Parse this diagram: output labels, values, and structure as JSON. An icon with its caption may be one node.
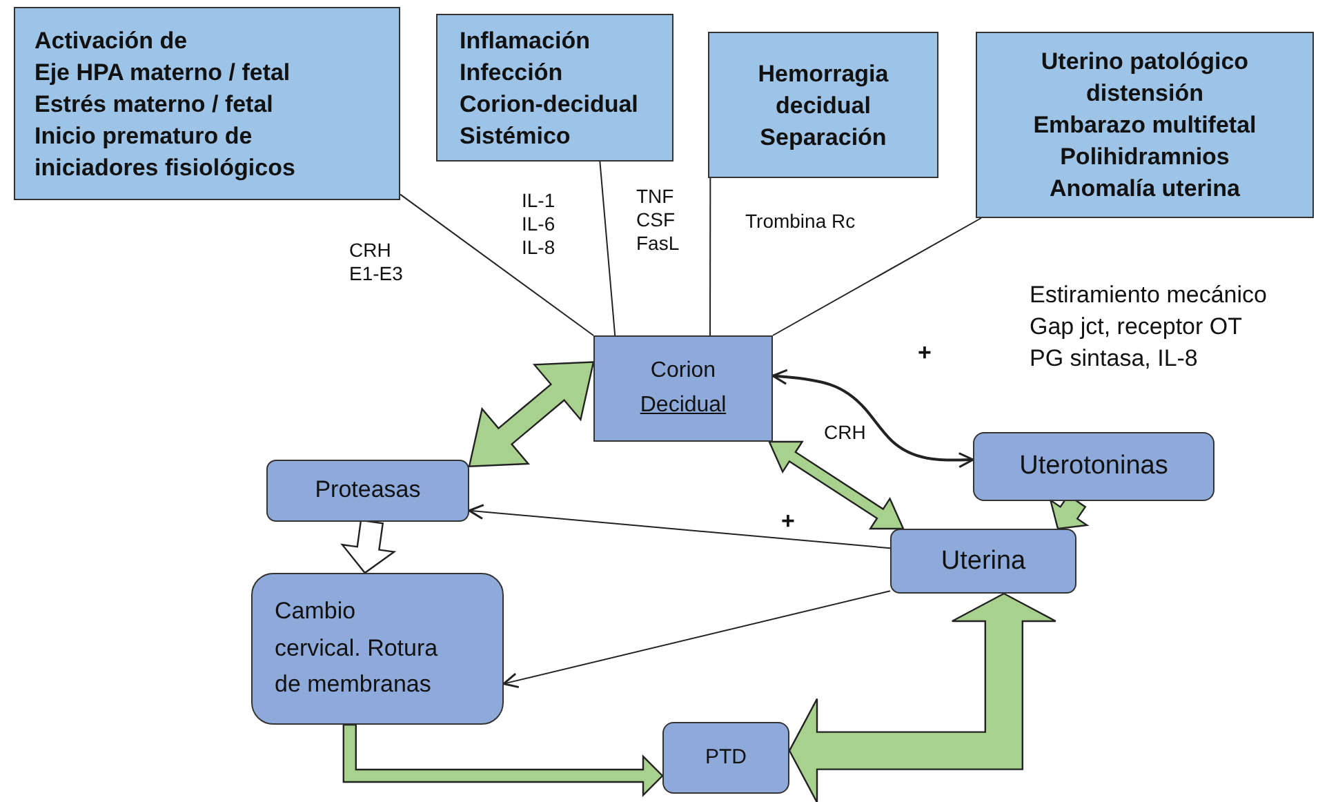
{
  "diagram": {
    "nodes": [
      {
        "text": [
          "Activación de Eje HPA materno / fetal Estrés materno / fetal Inicio prematuro de iniciadores fisiológicos"
        ]
      },
      {
        "text": [
          "Inflamación Infección Corion-decidual Sistémico"
        ]
      },
      {
        "text": [
          "Hemorragia decidual Separación"
        ]
      },
      {
        "text": [
          "Uterino patológico distensión Embarazo multifetal Polihidramnios Anomalía uterina"
        ]
      },
      {
        "text": [
          "Corion",
          "Decidual"
        ]
      },
      {
        "text": [
          "Proteasas"
        ]
      },
      {
        "text": [
          "Uterotoninas"
        ]
      },
      {
        "text": [
          "Uterina"
        ]
      },
      {
        "text": [
          "Cambio cervical. Rotura de membranas"
        ]
      },
      {
        "text": [
          "PTD"
        ]
      }
    ],
    "edges": [
      {
        "from": 0,
        "to": 4,
        "arrow": "none"
      },
      {
        "from": 1,
        "to": 4,
        "arrow": "none"
      },
      {
        "from": 2,
        "to": 4,
        "arrow": "none"
      },
      {
        "from": 3,
        "to": 4,
        "arrow": "none"
      },
      {
        "from": 5,
        "to": 4,
        "arrow": "both",
        "style": "thick",
        "color": "#a9d18e"
      },
      {
        "from": 4,
        "to": 6,
        "arrow": "both",
        "label": "CRH"
      },
      {
        "from": 4,
        "to": 7,
        "arrow": "both",
        "style": "thick",
        "color": "#a9d18e"
      },
      {
        "from": 6,
        "to": 7,
        "arrow": "to",
        "style": "thick",
        "color": "#a9d18e"
      },
      {
        "from": 7,
        "to": 5,
        "arrow": "to"
      },
      {
        "from": 7,
        "to": 8,
        "arrow": "to"
      },
      {
        "from": 5,
        "to": 8,
        "arrow": "to",
        "style": "thick",
        "color": "#ffffff"
      },
      {
        "from": 8,
        "to": 9,
        "arrow": "to",
        "style": "thick",
        "color": "#a9d18e"
      },
      {
        "from": 7,
        "to": 9,
        "arrow": "both",
        "style": "thick",
        "color": "#a9d18e"
      }
    ],
    "labels": [
      "IL-1 IL-6 IL-8",
      "TNF CSF FasL",
      "Trombina Rc",
      "CRH E1-E3",
      "Estiramiento mecánico Gap jct, receptor OT PG sintasa, IL-8",
      "+",
      "+"
    ]
  }
}
